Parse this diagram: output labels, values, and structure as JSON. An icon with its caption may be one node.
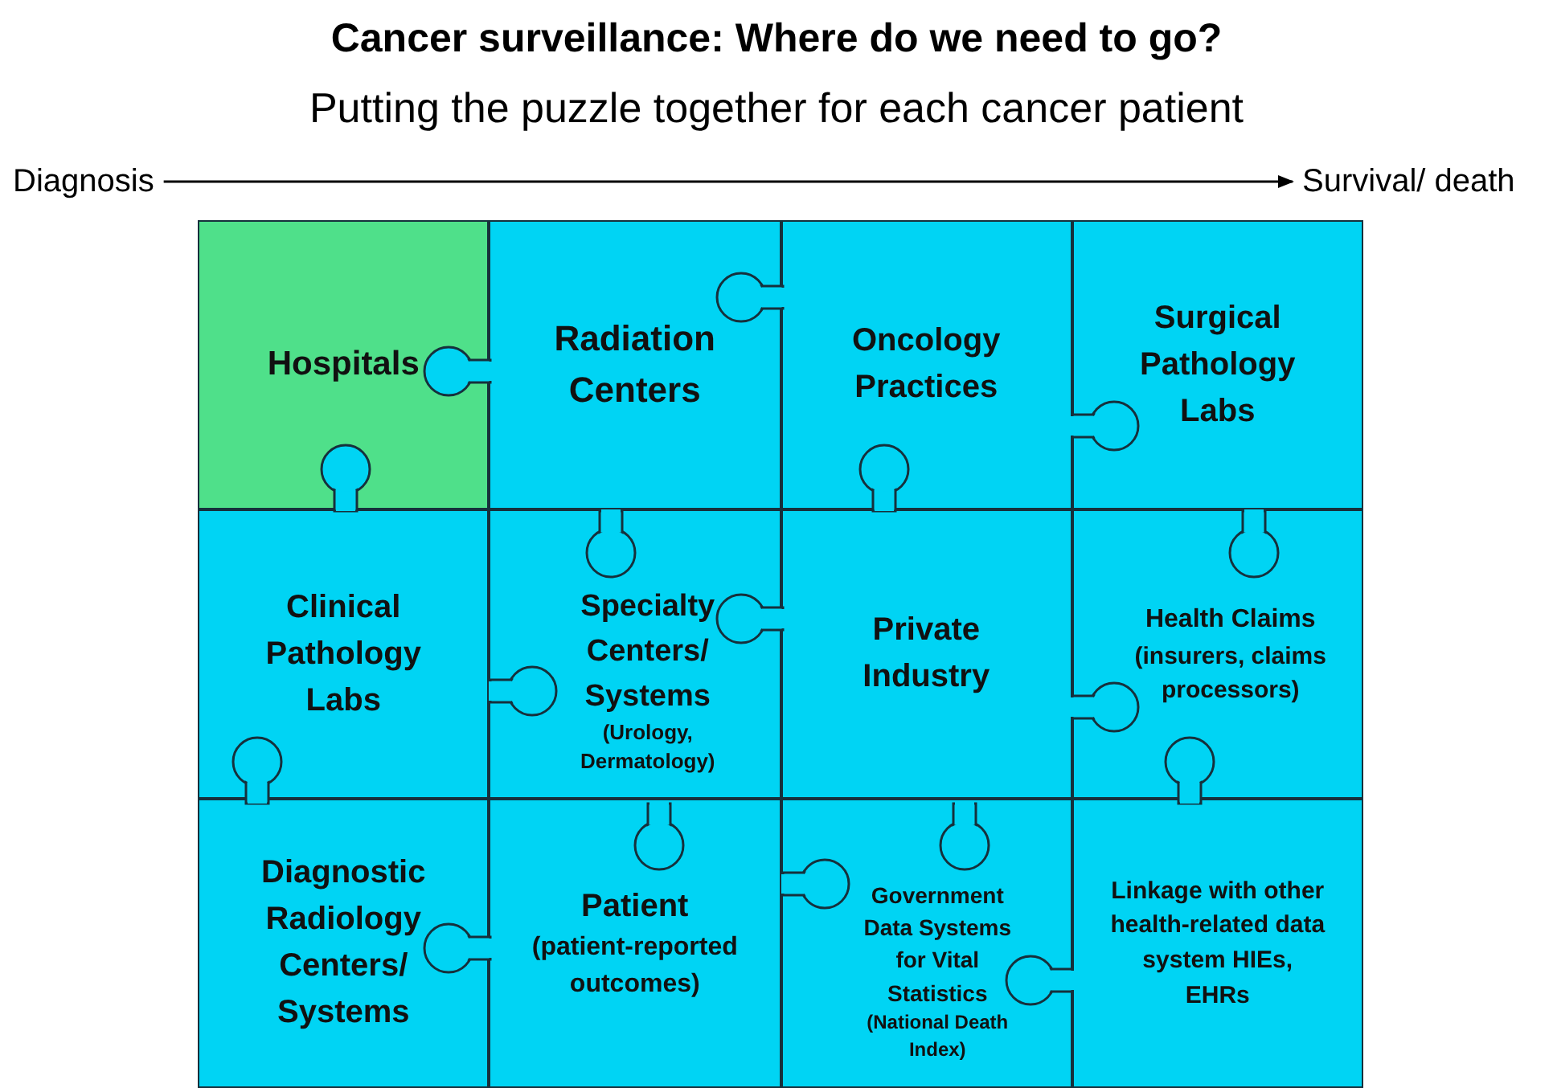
{
  "diagram": {
    "title": "Cancer surveillance: Where do we need to go?",
    "nodes": [
      {
        "text": [
          "Diagnosis"
        ]
      },
      {
        "text": [
          "Survival/ death"
        ]
      },
      {
        "text": [
          "Hospitals"
        ]
      },
      {
        "text": [
          "Radiation Centers"
        ]
      },
      {
        "text": [
          "Oncology Practices"
        ]
      },
      {
        "text": [
          "Surgical Pathology Labs"
        ]
      },
      {
        "text": [
          "Clinical Pathology Labs"
        ]
      },
      {
        "text": [
          "Specialty Centers/ Systems",
          "(Urology, Dermatology)"
        ]
      },
      {
        "text": [
          "Private Industry"
        ]
      },
      {
        "text": [
          "Health Claims",
          "(insurers, claims processors)"
        ]
      },
      {
        "text": [
          "Diagnostic Radiology Centers/ Systems"
        ]
      },
      {
        "text": [
          "Patient",
          "(patient-reported outcomes)"
        ]
      },
      {
        "text": [
          "Government Data Systems for Vital Statistics",
          "(National Death Index)"
        ]
      },
      {
        "text": [
          "Linkage with other health-related data system HIEs, EHRs"
        ]
      }
    ],
    "edges": [
      {
        "from": 0,
        "to": 1,
        "arrow": "to"
      }
    ],
    "labels": [
      "Putting the puzzle together for each cancer patient"
    ]
  }
}
